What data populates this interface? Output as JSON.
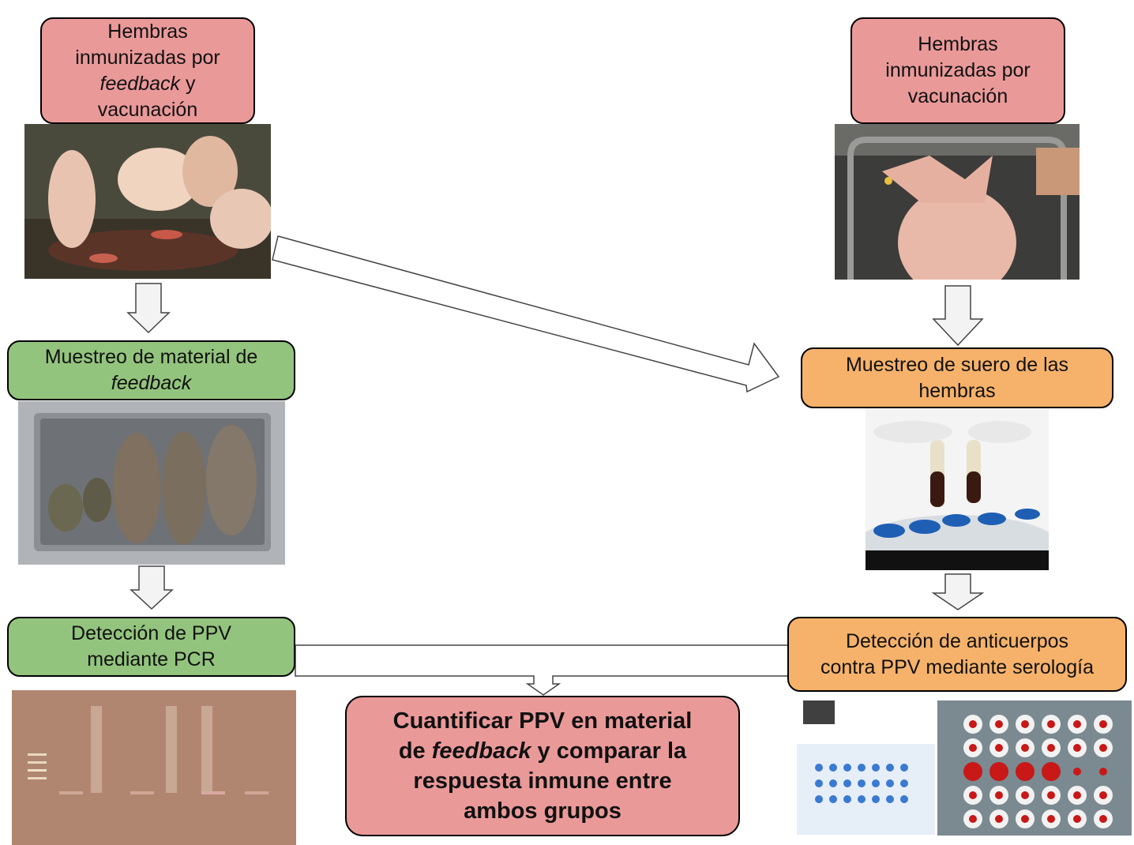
{
  "boxes": {
    "left_top": {
      "line1": "Hembras",
      "line2": "inmunizadas por",
      "line3_italic": "feedback",
      "line3_rest": " y",
      "line4": "vacunación"
    },
    "right_top": {
      "line1": "Hembras",
      "line2": "inmunizadas por",
      "line3": "vacunación"
    },
    "left_mid": {
      "line1": "Muestreo de material de",
      "line2_italic": "feedback"
    },
    "right_mid": {
      "line1": "Muestreo de suero de las",
      "line2": "hembras"
    },
    "left_bottom": {
      "line1": "Detección de PPV",
      "line2": "mediante PCR"
    },
    "right_bottom": {
      "line1": "Detección de anticuerpos",
      "line2": "contra PPV mediante serología"
    },
    "final": {
      "line1": "Cuantificar PPV en material",
      "line2_pre": "de ",
      "line2_italic": "feedback",
      "line2_post": " y comparar la",
      "line3": "respuesta inmune entre",
      "line4": "ambos grupos"
    }
  },
  "colors": {
    "pink_box": "#ea9999",
    "green_box": "#93c47d",
    "orange_box": "#f6b26b",
    "arrow_fill": "#f3f3f3"
  },
  "photos": {
    "sows_feedback": "pig-group-photo",
    "sow_vaccination": "pig-in-crate-photo",
    "feedback_material": "fetuses-on-tray-photo",
    "serum_tubes": "blood-tubes-centrifuge-photo",
    "pcr_gel": "electrophoresis-gel-photo",
    "serology_plates": "microplate-serology-photo"
  }
}
